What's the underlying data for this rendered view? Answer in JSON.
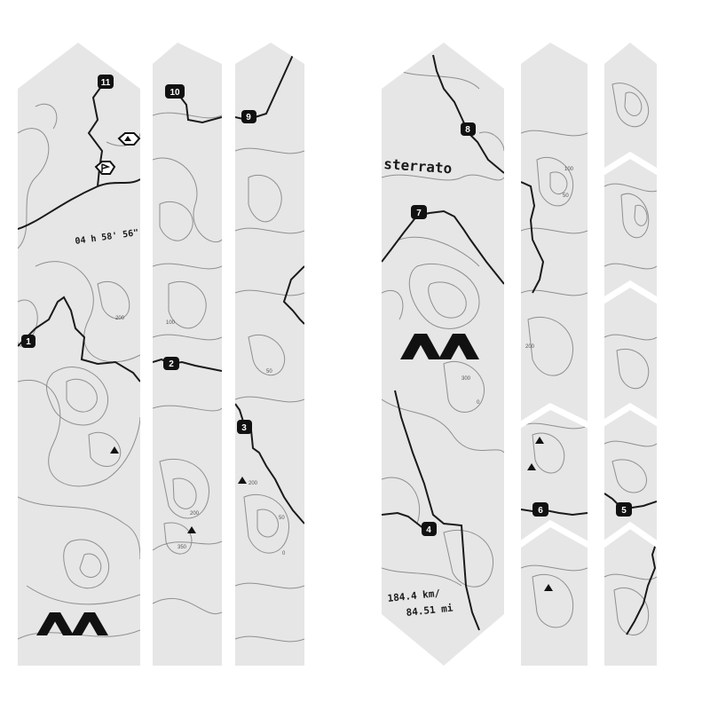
{
  "colors": {
    "background": "#ffffff",
    "panel": "#e6e6e6",
    "contour": "#8f8f8f",
    "route": "#1a1a1a",
    "marker_bg": "#111111",
    "marker_text": "#ffffff"
  },
  "brand": {
    "logo_name": "am-logo"
  },
  "annotations": {
    "elapsed_time": "04 h 58' 56\"",
    "location": "sterrato",
    "distance_km": "184.4 km/",
    "distance_mi": "84.51 mi"
  },
  "markers": {
    "m1": "1",
    "m2": "2",
    "m3": "3",
    "m4": "4",
    "m5": "5",
    "m6": "6",
    "m7": "7",
    "m8": "8",
    "m9": "9",
    "m10": "10",
    "m11": "11"
  },
  "elevations": {
    "e200a": "200",
    "e100": "100",
    "e50a": "50",
    "e200b": "200",
    "e200c": "200",
    "e50b": "50",
    "e350": "350",
    "e0a": "0",
    "e300": "300",
    "e100b": "100",
    "e0b": "0",
    "e50c": "50",
    "e200d": "200"
  },
  "icons": [
    "peak-marker-icon",
    "start-flag-icon",
    "am-logo",
    "summit-triangle-icon"
  ]
}
